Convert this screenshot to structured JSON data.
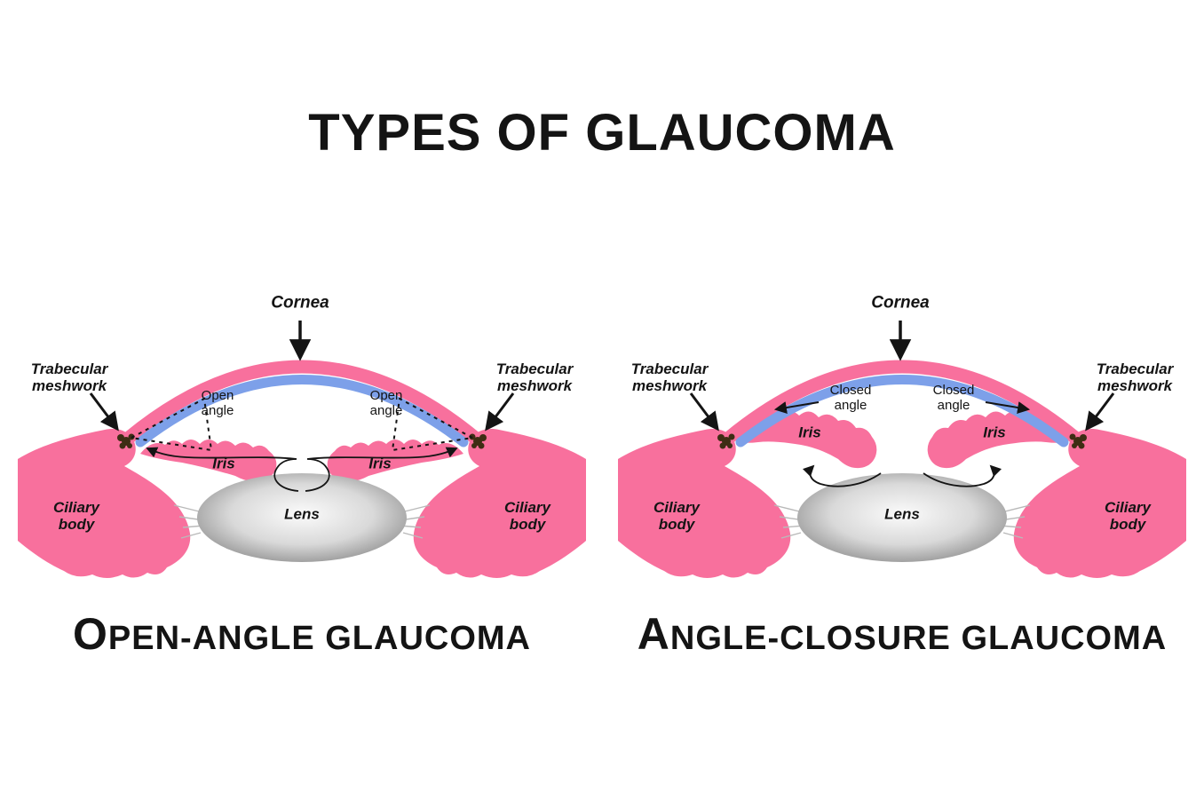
{
  "title": "TYPES OF GLAUCOMA",
  "left_diagram": {
    "caption": "OPEN-ANGLE GLAUCOMA",
    "angle_label_line1": "Open",
    "angle_label_line2": "angle"
  },
  "right_diagram": {
    "caption": "ANGLE-CLOSURE GLAUCOMA",
    "angle_label_line1": "Closed",
    "angle_label_line2": "angle"
  },
  "anatomy": {
    "cornea": "Cornea",
    "trabecular_line1": "Trabecular",
    "trabecular_line2": "meshwork",
    "iris": "Iris",
    "ciliary_line1": "Ciliary",
    "ciliary_line2": "body",
    "lens": "Lens"
  },
  "colors": {
    "pink": "#F8709D",
    "blue": "#7DA0E9",
    "lens_center": "#FBFBFB",
    "lens_edge": "#8A8A8A",
    "meshwork_brown": "#3E2D14",
    "ink": "#141414",
    "background": "#FFFFFF"
  }
}
